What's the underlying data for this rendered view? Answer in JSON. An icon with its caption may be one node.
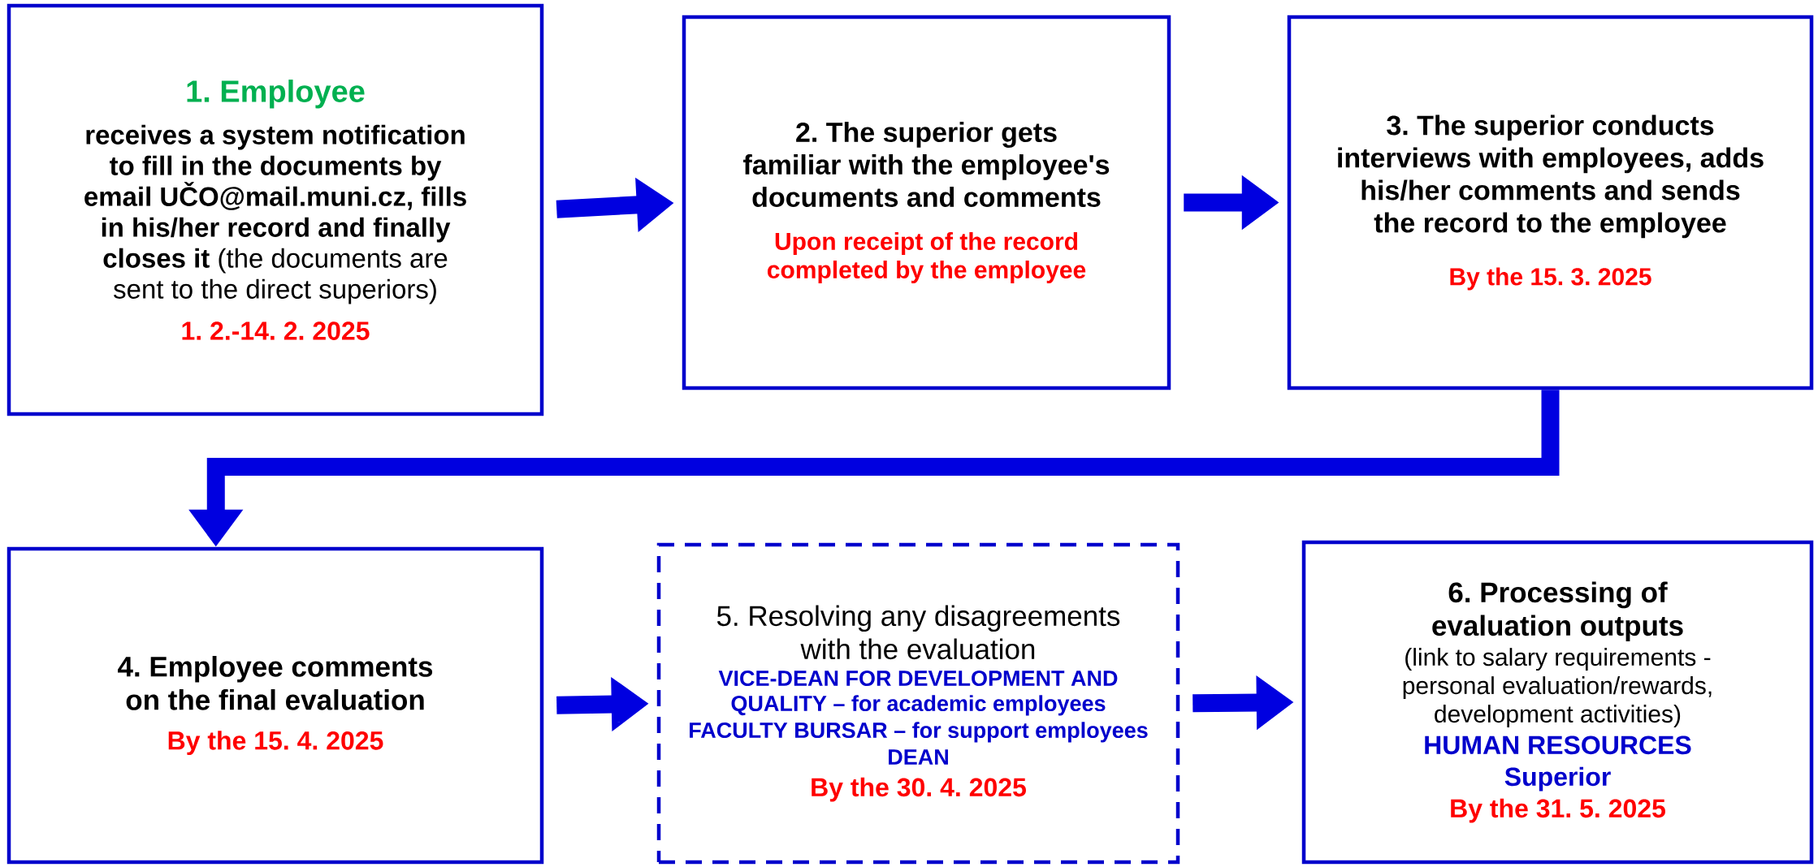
{
  "diagram": {
    "nodes": [
      {
        "text": [
          "1. Employee",
          "**receives a system notification to fill in the documents by email UČO@mail.muni.cz, fills in his/her record and finally closes it** (the documents are sent to the direct superiors)",
          "1. 2.-14. 2. 2025"
        ]
      },
      {
        "text": [
          "2. The superior gets familiar with the employee's documents and comments",
          "Upon receipt of the record completed by the employee"
        ]
      },
      {
        "text": [
          "3. The superior conducts interviews with employees, adds his/her comments and sends the record to the employee",
          "By the 15. 3. 2025"
        ]
      },
      {
        "text": [
          "4. Employee comments on the final evaluation",
          "By the 15. 4. 2025"
        ]
      },
      {
        "text": [
          "5. Resolving any disagreements with the evaluation",
          "VICE-DEAN FOR DEVELOPMENT AND QUALITY – for academic employees",
          "FACULTY BURSAR – for support employees",
          "DEAN",
          "By the 30. 4. 2025"
        ]
      },
      {
        "text": [
          "6. Processing of evaluation outputs",
          "(link to salary requirements - personal evaluation/rewards, development activities)",
          "HUMAN RESOURCES",
          "Superior",
          "By the 31. 5. 2025"
        ]
      }
    ],
    "edges": [
      {
        "from": 0,
        "to": 1,
        "arrow": "to"
      },
      {
        "from": 1,
        "to": 2,
        "arrow": "to"
      },
      {
        "from": 2,
        "to": 3,
        "arrow": "to"
      },
      {
        "from": 3,
        "to": 4,
        "arrow": "to"
      },
      {
        "from": 4,
        "to": 5,
        "arrow": "to"
      }
    ]
  }
}
